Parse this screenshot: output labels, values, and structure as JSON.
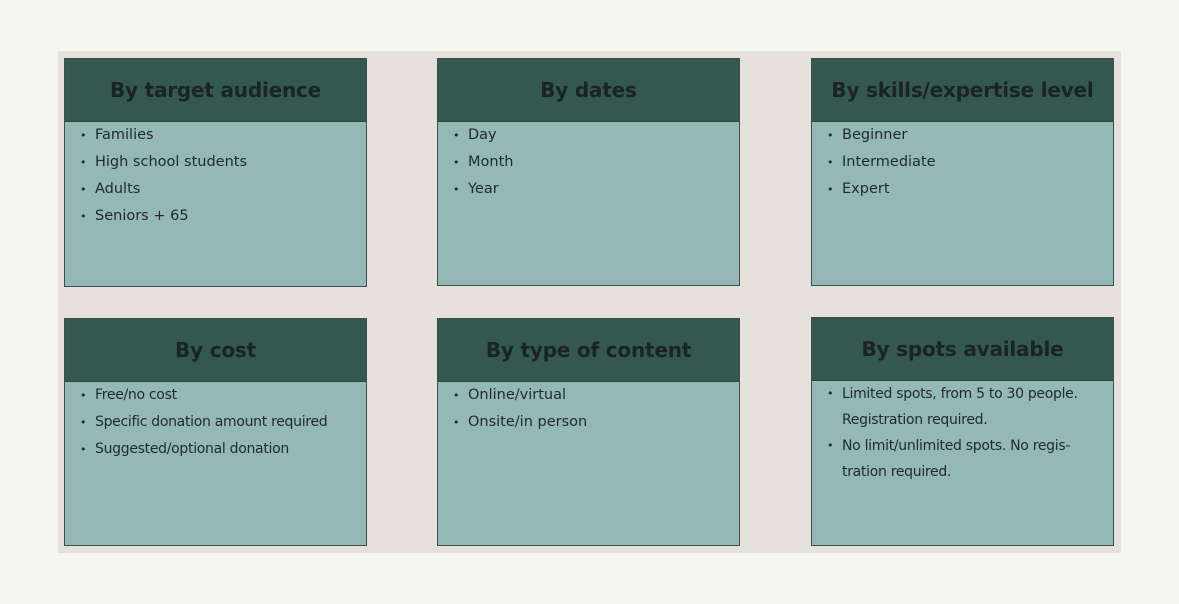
{
  "cards": [
    {
      "title": "By target audience",
      "items": [
        "Families",
        "High school students",
        "Adults",
        "Seniors + 65"
      ]
    },
    {
      "title": "By dates",
      "items": [
        "Day",
        "Month",
        "Year"
      ]
    },
    {
      "title": "By skills/expertise level",
      "items": [
        "Beginner",
        "Intermediate",
        "Expert"
      ]
    },
    {
      "title": "By cost",
      "items": [
        "Free/no cost",
        "Specific donation amount required",
        "Suggested/optional donation"
      ]
    },
    {
      "title": "By type of content",
      "items": [
        "Online/virtual",
        "Onsite/in person"
      ]
    },
    {
      "title": "By spots available",
      "items": [
        "Limited spots, from 5 to 30 people. Registration required.",
        "No limit/unlimited spots. No regis-tration required."
      ]
    }
  ],
  "colors": {
    "page_background": "#f6f6f1",
    "board_background": "#e6e1dc",
    "card_header": "#34574f",
    "card_body": "#94b8b5",
    "text": "#1a2422"
  }
}
